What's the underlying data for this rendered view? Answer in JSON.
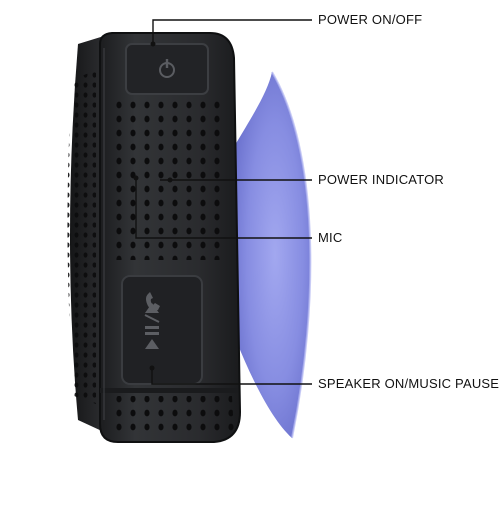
{
  "callouts": {
    "power": "POWER ON/OFF",
    "indicator": "POWER INDICATOR",
    "mic": "MIC",
    "speaker": "SPEAKER ON/MUSIC PAUSE"
  },
  "colors": {
    "background": "#ffffff",
    "speaker_body": "#2b2c2e",
    "speaker_side": "#1e1f21",
    "suction_cup": "#7d84e0",
    "leader_line": "#111111",
    "label_text": "#111111"
  },
  "icons": {
    "power_button": "power-icon",
    "play_pause_button": "play-pause-icon",
    "phone_button": "phone-icon"
  }
}
